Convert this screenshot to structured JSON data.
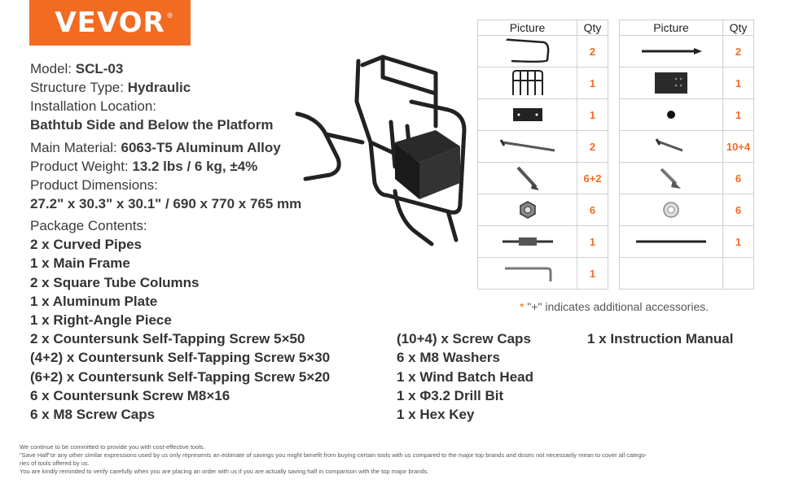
{
  "brand": {
    "logo_text": "VEVOR",
    "reg_mark": "®"
  },
  "specs": {
    "model_label": "Model: ",
    "model_value": "SCL-03",
    "structure_label": "Structure Type: ",
    "structure_value": "Hydraulic",
    "location_label": "Installation Location:",
    "location_value": "Bathtub Side and Below the Platform",
    "material_label": "Main Material: ",
    "material_value": "6063-T5 Aluminum Alloy",
    "weight_label": "Product Weight: ",
    "weight_value": "13.2 lbs / 6 kg, ±4%",
    "dimensions_label": "Product Dimensions:",
    "dimensions_value": "27.2\" x 30.3\" x 30.1\" / 690 x 770 x 765 mm",
    "package_label": "Package Contents:"
  },
  "package_col1": [
    "2 x Curved Pipes",
    "1 x Main Frame",
    "2 x Square Tube Columns",
    "1 x Aluminum Plate",
    "1 x Right-Angle Piece",
    "2 x Countersunk Self-Tapping Screw 5×50",
    "(4+2) x Countersunk Self-Tapping Screw 5×30",
    "(6+2) x Countersunk Self-Tapping Screw 5×20",
    "6 x Countersunk Screw M8×16",
    "6 x M8 Screw Caps"
  ],
  "package_col2": [
    "(10+4) x Screw Caps",
    "6 x M8 Washers",
    "1 x Wind Batch Head",
    "1 x Φ3.2 Drill Bit",
    "1 x Hex Key"
  ],
  "package_col3": [
    "1 x Instruction Manual"
  ],
  "table": {
    "header_picture": "Picture",
    "header_qty": "Qty",
    "left": [
      {
        "icon": "curved-pipe-icon",
        "qty": "2"
      },
      {
        "icon": "main-frame-icon",
        "qty": "1"
      },
      {
        "icon": "right-angle-piece-icon",
        "qty": "1"
      },
      {
        "icon": "self-tapping-screw-5x50-icon",
        "qty": "2"
      },
      {
        "icon": "self-tapping-screw-5x30-icon",
        "qty": "6+2"
      },
      {
        "icon": "m8-screw-cap-icon",
        "qty": "6"
      },
      {
        "icon": "wind-batch-head-icon",
        "qty": "1"
      },
      {
        "icon": "hex-key-icon",
        "qty": "1"
      }
    ],
    "right": [
      {
        "icon": "square-tube-column-icon",
        "qty": "2"
      },
      {
        "icon": "aluminum-plate-icon",
        "qty": "1"
      },
      {
        "icon": "screw-cap-icon",
        "qty": "1"
      },
      {
        "icon": "self-tapping-screw-5x20-icon",
        "qty": "10+4"
      },
      {
        "icon": "countersunk-screw-m8-icon",
        "qty": "6"
      },
      {
        "icon": "m8-washer-icon",
        "qty": "6"
      },
      {
        "icon": "drill-bit-icon",
        "qty": "1"
      }
    ]
  },
  "note": {
    "star": "*",
    "text": " \"+\" indicates additional accessories."
  },
  "disclaimer": [
    "We continue to be committed to provide you with cost-effective tools.",
    "\"Save Half\"or any other similar expressions used by us only represents an estimate of savings you might benefit from buying certain tools with us compared to the major top brands and doses not necessarily mean to cover all catego-",
    "ries of tools offered by us.",
    "You are kindly reminded to verify carefully when you are placing an order with us if you are actually saving half in comparison with the top major brands."
  ],
  "colors": {
    "accent": "#f26b21",
    "text": "#3a3a3a"
  }
}
